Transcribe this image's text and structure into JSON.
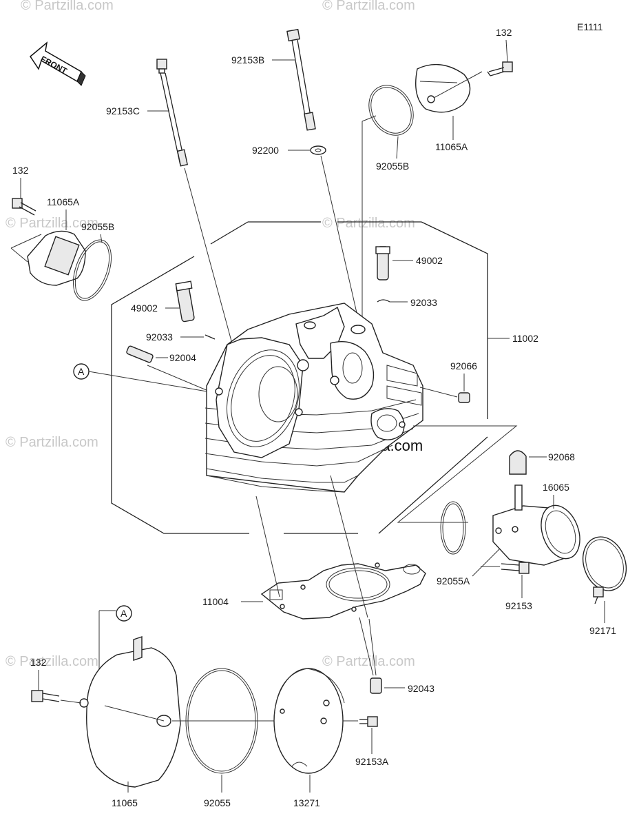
{
  "diagram_code": "E1111",
  "front_label": "FRONT",
  "callout_letter": "A",
  "watermark_text": "© Partzilla.com",
  "parts": {
    "p132_top": "132",
    "p11065A_top": "11065A",
    "p92055B_top": "92055B",
    "p92153B": "92153B",
    "p92153C": "92153C",
    "p92200": "92200",
    "p132_left": "132",
    "p11065A_left": "11065A",
    "p92055B_left": "92055B",
    "p49002_right": "49002",
    "p92033_right": "92033",
    "p11002": "11002",
    "p49002_left": "49002",
    "p92033_left": "92033",
    "p92004": "92004",
    "p92066": "92066",
    "p92068": "92068",
    "p16065": "16065",
    "p92055A": "92055A",
    "p92153": "92153",
    "p92171": "92171",
    "p11004": "11004",
    "p92043": "92043",
    "p132_bottom": "132",
    "p92153A": "92153A",
    "p11065": "11065",
    "p92055": "92055",
    "p13271": "13271"
  }
}
